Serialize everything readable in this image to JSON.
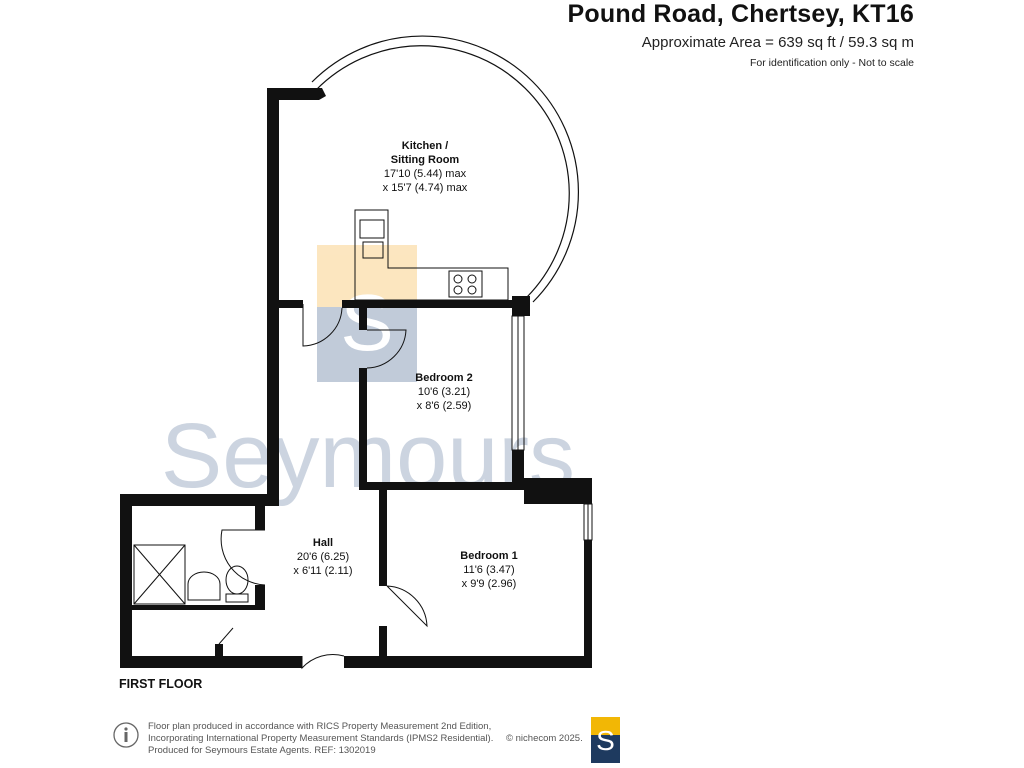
{
  "header": {
    "title": "Pound Road, Chertsey, KT16",
    "area": "Approximate Area = 639 sq ft / 59.3 sq m",
    "note": "For identification only - Not to scale"
  },
  "watermark": {
    "text": "Seymours",
    "logo_letter": "S",
    "colors": {
      "blue": "#1e3a5f",
      "gold": "#f2b705"
    }
  },
  "rooms": {
    "kitchen": {
      "name_line1": "Kitchen /",
      "name_line2": "Sitting Room",
      "dim1": "17'10 (5.44) max",
      "dim2": "x 15'7 (4.74) max"
    },
    "bedroom2": {
      "name": "Bedroom 2",
      "dim1": "10'6 (3.21)",
      "dim2": "x 8'6 (2.59)"
    },
    "bedroom1": {
      "name": "Bedroom 1",
      "dim1": "11'6 (3.47)",
      "dim2": "x 9'9 (2.96)"
    },
    "hall": {
      "name": "Hall",
      "dim1": "20'6 (6.25)",
      "dim2": "x 6'11 (2.11)"
    }
  },
  "floor_label": "FIRST FLOOR",
  "footer": {
    "line1": "Floor plan produced in accordance with RICS Property Measurement 2nd Edition,",
    "line2": "Incorporating International Property Measurement Standards (IPMS2 Residential).",
    "line3": "Produced for Seymours Estate Agents.   REF: 1302019",
    "copyright": "© nichecom 2025.",
    "logo_letter": "S",
    "icon": "info-icon"
  }
}
